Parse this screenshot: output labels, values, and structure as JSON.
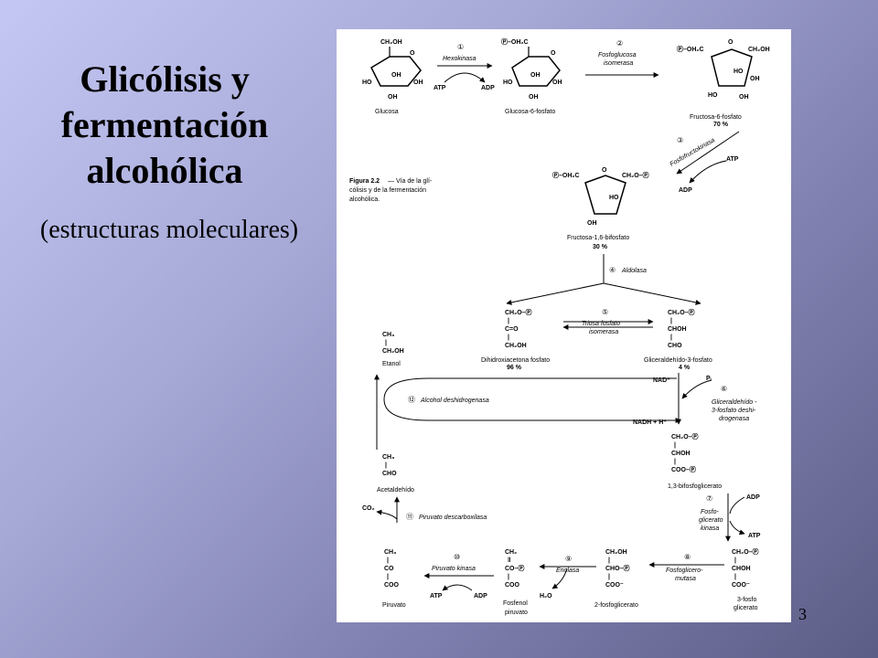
{
  "slide": {
    "title_line1": "Glicólisis y",
    "title_line2": "fermentación",
    "title_line3": "alcohólica",
    "subtitle": "(estructuras moleculares)",
    "page_number": "3"
  },
  "figure": {
    "caption_bold": "Figura 2.2",
    "caption_line1": "— Vía de la glí-",
    "caption_line2": "cólisis y de la fermentación",
    "caption_line3": "alcohólica.",
    "compounds": {
      "glucosa": "Glucosa",
      "glucosa6f": "Glucosa-6-fosfato",
      "fructosa6f": "Fructosa-6-fosfato",
      "fructosa6f_pct": "70 %",
      "fructosa16": "Fructosa-1,6-bifosfato",
      "fructosa16_pct": "30 %",
      "dhap": "Dihidroxiacetona fosfato",
      "dhap_pct": "96 %",
      "gap": "Gliceraldehído-3-fosfato",
      "gap_pct": "4 %",
      "etanol": "Etanol",
      "acetaldehido": "Acetaldehído",
      "bpg": "1,3-bifosfoglicerato",
      "pg3_l1": "3-fosfo",
      "pg3_l2": "glicerato",
      "pg2": "2-fosfoglicerato",
      "pep_l1": "Fosfenol",
      "pep_l2": "piruvato",
      "piruvato": "Piruvato"
    },
    "enzymes": {
      "e1": "Hexokinasa",
      "e2_l1": "Fosfoglucosa",
      "e2_l2": "isomerasa",
      "e3": "Fosfofructokinasa",
      "e4": "Aldolasa",
      "e5_l1": "Triosa fosfato",
      "e5_l2": "isomerasa",
      "e6_l1": "Gliceraldehído -",
      "e6_l2": "3-fosfato deshi-",
      "e6_l3": "drogenasa",
      "e7_l1": "Fosfo-",
      "e7_l2": "glicerato",
      "e7_l3": "kinasa",
      "e8_l1": "Fosfoglicero-",
      "e8_l2": "mutasa",
      "e9": "Enolasa",
      "e10": "Piruvato kinasa",
      "e11": "Piruvato descarboxilasa",
      "e12": "Alcohol deshidrogenasa"
    },
    "step_numbers": [
      "①",
      "②",
      "③",
      "④",
      "⑤",
      "⑥",
      "⑦",
      "⑧",
      "⑨",
      "⑩",
      "⑪",
      "⑫"
    ],
    "cofactors": {
      "atp": "ATP",
      "adp": "ADP",
      "nad": "NAD⁺",
      "nadh": "NADH + H⁺",
      "pi": "Pᵢ",
      "co2": "CO₂",
      "h2o": "H₂O"
    },
    "groups": {
      "ch2oh": "CH₂OH",
      "ch2o_p": "CH₂O–Ⓟ",
      "p_oh2c": "Ⓟ–OH₂C",
      "oh": "OH",
      "ho": "HO",
      "o": "O",
      "ch3": "CH₃",
      "cho": "CHO",
      "choh": "CHOH",
      "c_eq_o": "C=O",
      "coo_p": "COO–Ⓟ",
      "coo_minus": "COO⁻",
      "cho_p": "CHO–Ⓟ",
      "ch2": "CH₂",
      "co_p": "CO–Ⓟ",
      "co": "CO",
      "coo": "COO",
      "bar": "|",
      "dbar": "‖"
    }
  }
}
